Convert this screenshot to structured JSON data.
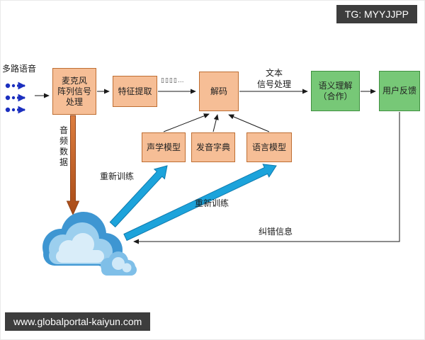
{
  "badges": {
    "top": "TG: MYYJJPP",
    "bottom": "www.globalportal-kaiyun.com"
  },
  "nodes": {
    "mic_array": "麦克风\n阵列信号\n处理",
    "feature_extract": "特征提取",
    "decoder": "解码",
    "acoustic_model": "声学模型",
    "pronunciation_dict": "发音字典",
    "language_model": "语言模型",
    "semantic_understanding": "语义理解\n（合作）",
    "user_feedback": "用户反馈"
  },
  "labels": {
    "multi_channel_voice": "多路语音",
    "audio_data": "音频数据",
    "feature_frames": "▯▯▯▯…",
    "text_signal_processing": "文本\n信号处理",
    "retrain_acoustic": "重新训练",
    "retrain_language": "重新训练",
    "error_correction": "纠错信息"
  },
  "colors": {
    "node_orange_fill": "#F6BE96",
    "node_orange_border": "#BE6E32",
    "node_green_fill": "#77C877",
    "node_green_border": "#3F8F3F",
    "arrow_blue": "#1CA3DB",
    "arrow_orange": "#C05A20",
    "mic_icon_blue": "#1B2FBF",
    "badge_bg": "#3D3D3D"
  }
}
